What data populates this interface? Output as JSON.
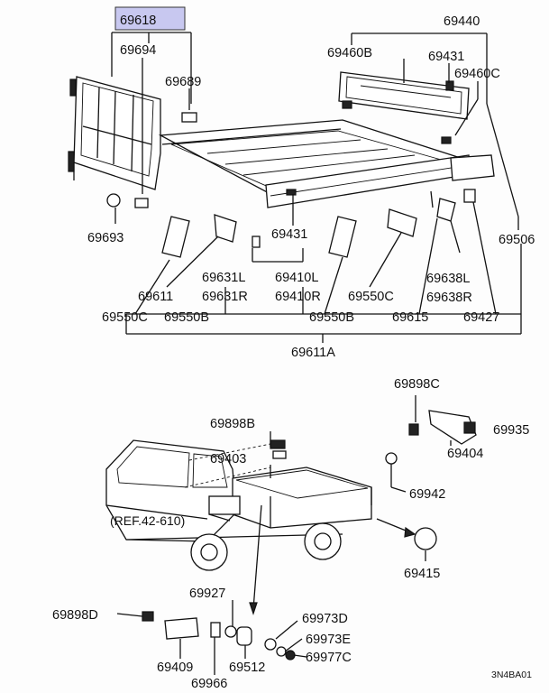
{
  "highlight_color": "#c8c8f0",
  "labels": {
    "p69618": "69618",
    "p69694": "69694",
    "p69689": "69689",
    "p69693": "69693",
    "p69440": "69440",
    "p69460B": "69460B",
    "p69431_top": "69431",
    "p69460C": "69460C",
    "p69431_mid": "69431",
    "p69506": "69506",
    "p69631L": "69631L",
    "p69631R": "69631R",
    "p69410L": "69410L",
    "p69410R": "69410R",
    "p69611": "69611",
    "p69550C_right": "69550C",
    "p69638L": "69638L",
    "p69638R": "69638R",
    "p69550C_left": "69550C",
    "p69550B_left": "69550B",
    "p69550B_right": "69550B",
    "p69615": "69615",
    "p69427": "69427",
    "p69611A": "69611A",
    "p69898C": "69898C",
    "p69935": "69935",
    "p69404": "69404",
    "p69942": "69942",
    "p69898B": "69898B",
    "p69403": "69403",
    "ref": "(REF.42-610)",
    "p69415": "69415",
    "p69927": "69927",
    "p69898D": "69898D",
    "p69973D": "69973D",
    "p69973E": "69973E",
    "p69977C": "69977C",
    "p69409": "69409",
    "p69512": "69512",
    "p69966": "69966",
    "code": "3N4BA01"
  }
}
